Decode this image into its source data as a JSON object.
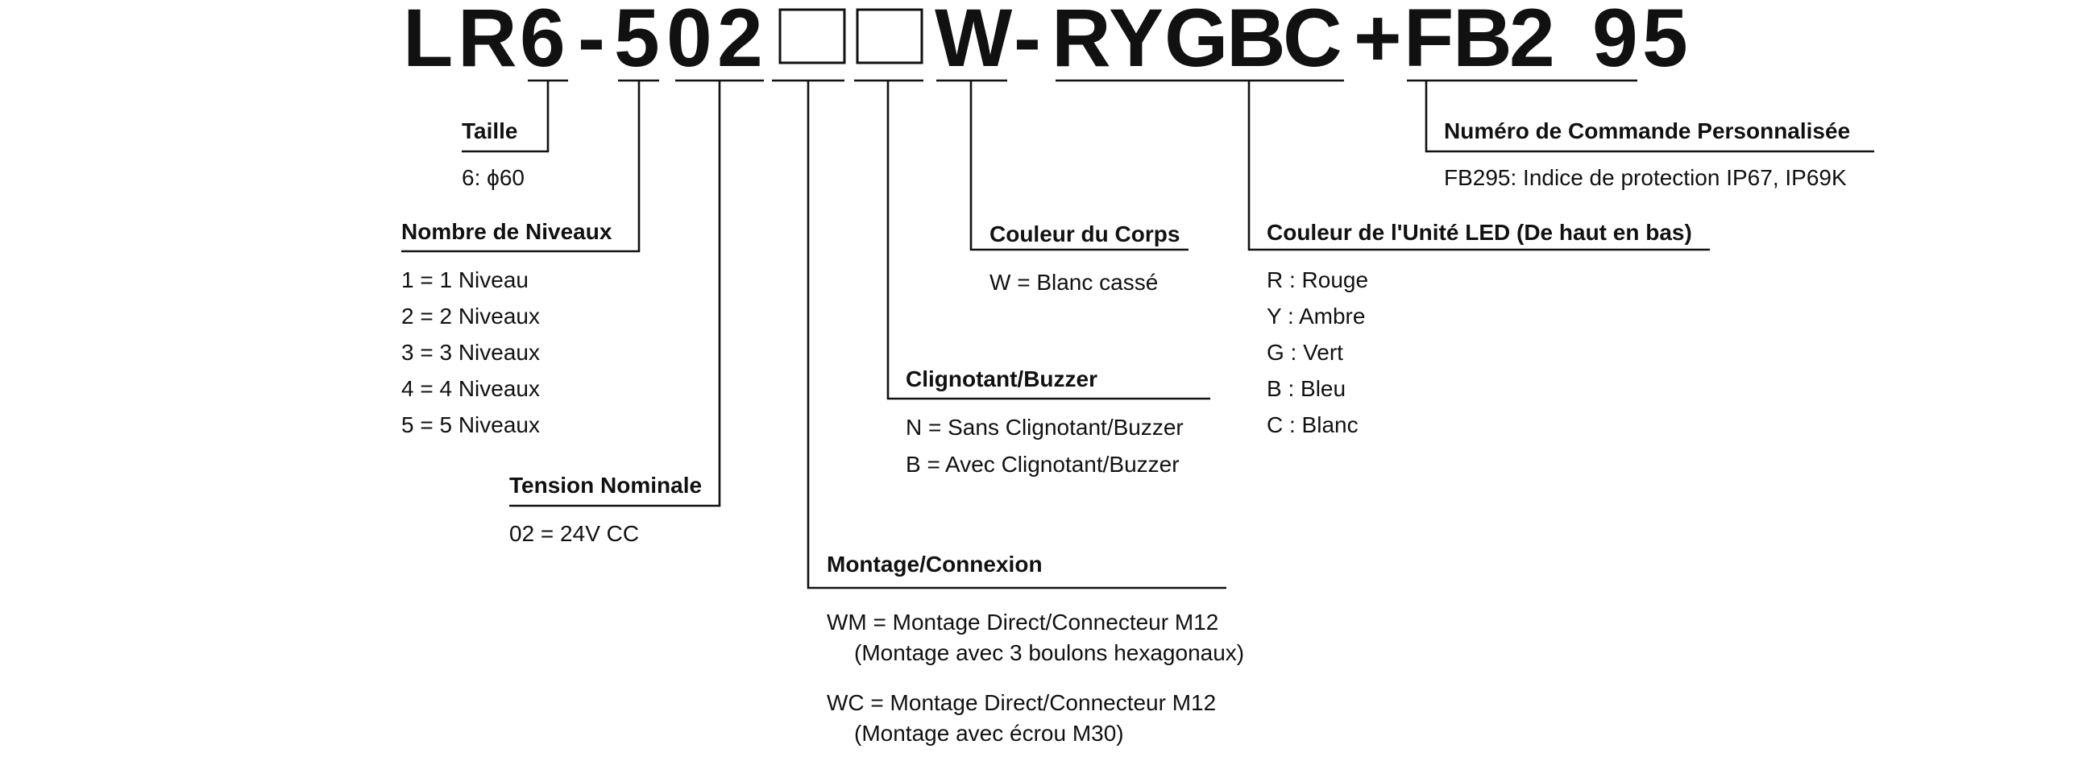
{
  "code": {
    "segments": [
      "L",
      "R",
      "6",
      "-",
      "5",
      "0",
      "2",
      "",
      "",
      "W",
      "-",
      "R",
      "Y",
      "G",
      "B",
      "C",
      "+",
      "F",
      "B",
      "2",
      "9",
      "5"
    ]
  },
  "groups": {
    "taille": {
      "heading": "Taille",
      "items": [
        "6: ϕ60"
      ]
    },
    "niveaux": {
      "heading": "Nombre de Niveaux",
      "items": [
        "1 = 1 Niveau",
        "2 = 2 Niveaux",
        "3 = 3 Niveaux",
        "4 = 4 Niveaux",
        "5 = 5 Niveaux"
      ]
    },
    "tension": {
      "heading": "Tension Nominale",
      "items": [
        "02 = 24V CC"
      ]
    },
    "montage": {
      "heading": "Montage/Connexion",
      "items": [
        "WM = Montage Direct/Connecteur M12",
        "(Montage avec 3 boulons hexagonaux)",
        "WC = Montage Direct/Connecteur M12",
        "(Montage avec écrou M30)"
      ]
    },
    "clignotant": {
      "heading": "Clignotant/Buzzer",
      "items": [
        "N = Sans Clignotant/Buzzer",
        "B = Avec Clignotant/Buzzer"
      ]
    },
    "corps": {
      "heading": "Couleur du Corps",
      "items": [
        "W = Blanc cassé"
      ]
    },
    "led": {
      "heading": "Couleur de l'Unité LED (De haut en bas)",
      "items": [
        "R : Rouge",
        "Y : Ambre",
        "G : Vert",
        "B : Bleu",
        "C : Blanc"
      ]
    },
    "commande": {
      "heading": "Numéro de Commande Personnalisée",
      "items": [
        "FB295: Indice de protection IP67, IP69K"
      ]
    }
  }
}
